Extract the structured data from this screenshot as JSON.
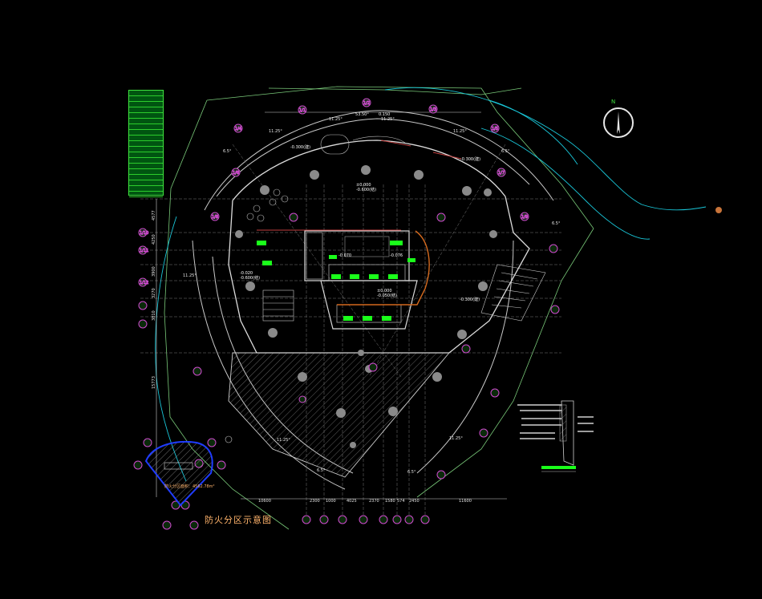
{
  "drawing": {
    "caption": "防火分区示意图",
    "north_label": "N",
    "area_label": "防火分区面积：4562.78m²",
    "top_dim": "53.50°",
    "top_elev": "0.150"
  },
  "elevations": [
    "-0.300(建)",
    "-0.300(建)",
    "±0.000",
    "-0.600(结)",
    "-0.070",
    "-0.076",
    "-0.020",
    "-0.600(结)",
    "±0.000",
    "-0.050(结)",
    "-0.300(建)"
  ],
  "angles": [
    "11.25°",
    "11.25°",
    "11.25°",
    "6.5°",
    "6.5°",
    "11.25°",
    "11.25°",
    "6.5°",
    "6.5°",
    "11.25°",
    "11.25°",
    "6.5°"
  ],
  "left_dims": [
    "4577",
    "4250",
    "3900",
    "3270",
    "3810",
    "15773"
  ],
  "bottom_dims": [
    "10600",
    "2300",
    "1000",
    "4025",
    "2370",
    "1580",
    "574",
    "2450",
    "11600"
  ],
  "axis_tags": [
    "1/1",
    "1/2",
    "1/3",
    "1/4",
    "1/5",
    "1/6",
    "1/7",
    "1/8",
    "1/9",
    "1/10",
    "1/11",
    "1/12"
  ],
  "legend_rows": [
    "",
    "",
    "",
    "",
    "",
    "",
    "",
    "",
    "",
    "",
    "",
    "",
    "",
    "",
    "",
    "",
    "",
    "",
    ""
  ],
  "colors": {
    "background": "#000000",
    "line_white": "#d9d9d9",
    "line_green": "#7cd37c",
    "line_cyan": "#19c7d9",
    "hatch": "#9a9a9a",
    "axis_circle": "#d04ad0",
    "highlight": "#1aff1a",
    "boundary_blue": "#1f3cff",
    "ramp_orange": "#d2691e"
  }
}
